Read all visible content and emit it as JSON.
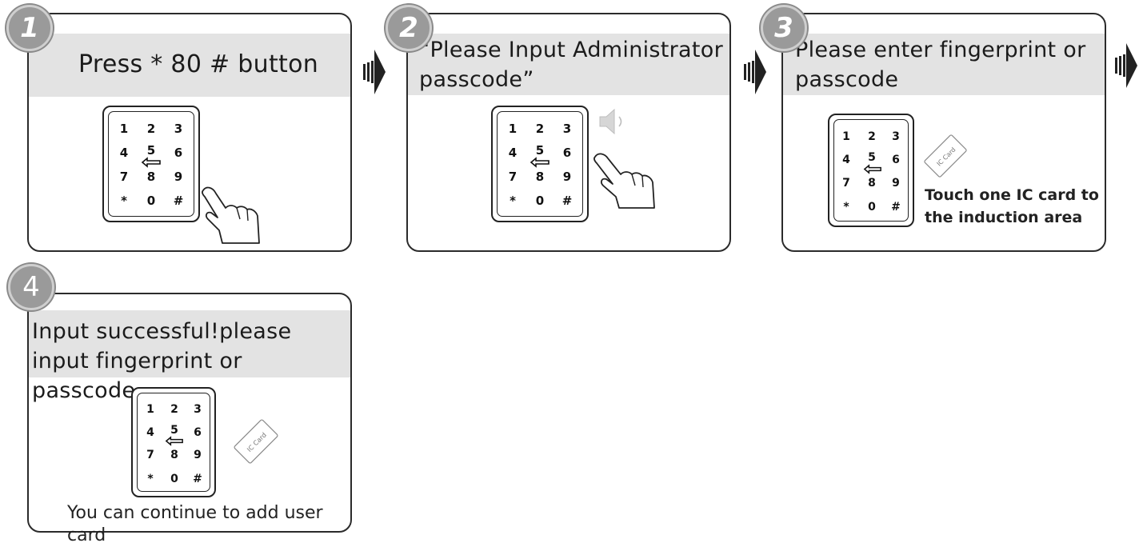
{
  "steps": [
    {
      "badge": "1",
      "title": "Press * 80 # button"
    },
    {
      "badge": "2",
      "title": "“Please Input Administrator\npasscode”"
    },
    {
      "badge": "3",
      "title": "Please enter fingerprint or\n passcode",
      "note": "Touch one IC card to\nthe induction area"
    },
    {
      "badge": "4",
      "title": "Input successful!please\ninput fingerprint or passcode",
      "note": "You can continue to add user card"
    }
  ],
  "keypad": {
    "keys": [
      "1",
      "2",
      "3",
      "4",
      "5",
      "6",
      "7",
      "8",
      "9",
      "*",
      "0",
      "#"
    ]
  },
  "ic_card_label": "IC Card",
  "icons": {
    "hand": "pointing-hand-icon",
    "speaker": "speaker-icon",
    "arrow": "next-arrow-icon",
    "card_logo": "card-logo-icon"
  }
}
